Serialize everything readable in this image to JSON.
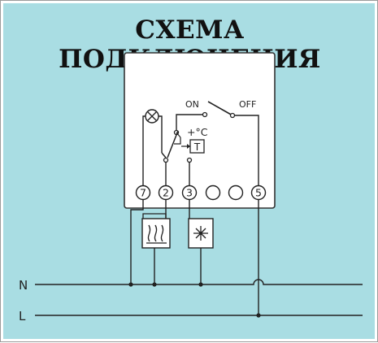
{
  "title": "СХЕМА ПОДКЛЮЧЕНИЯ",
  "switch": {
    "on_label": "ON",
    "off_label": "OFF"
  },
  "sensor": {
    "temp_label": "+°C",
    "t_label": "T"
  },
  "terminals": [
    "7",
    "2",
    "3",
    "",
    "",
    "5"
  ],
  "lines": {
    "n_label": "N",
    "l_label": "L"
  },
  "colors": {
    "background": "#a9dde3",
    "box": "#ffffff",
    "wire": "#222222"
  }
}
